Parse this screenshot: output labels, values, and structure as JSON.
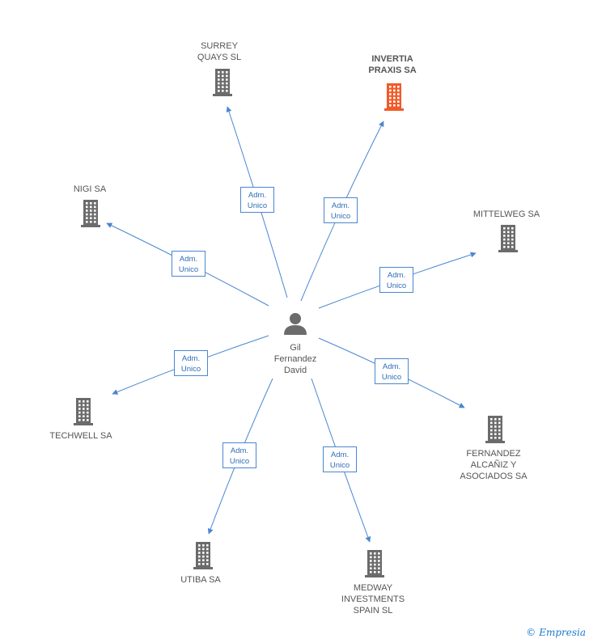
{
  "center": {
    "name_lines": [
      "Gil",
      "Fernandez",
      "David"
    ],
    "icon": "person-icon"
  },
  "colors": {
    "edge": "#4a86d0",
    "building": "#6b6b6b",
    "building_highlight": "#f15a29",
    "role_text": "#2f6db8"
  },
  "role_label": [
    "Adm.",
    "Unico"
  ],
  "companies": [
    {
      "id": "surrey-quays",
      "name_lines": [
        "SURREY",
        "QUAYS SL"
      ],
      "highlight": false
    },
    {
      "id": "invertia-praxis",
      "name_lines": [
        "INVERTIA",
        "PRAXIS SA"
      ],
      "highlight": true
    },
    {
      "id": "nigi",
      "name_lines": [
        "NIGI SA"
      ],
      "highlight": false
    },
    {
      "id": "mittelweg",
      "name_lines": [
        "MITTELWEG SA"
      ],
      "highlight": false
    },
    {
      "id": "techwell",
      "name_lines": [
        "TECHWELL SA"
      ],
      "highlight": false
    },
    {
      "id": "fernandez-alcaniz",
      "name_lines": [
        "FERNANDEZ",
        "ALCAÑIZ Y",
        "ASOCIADOS SA"
      ],
      "highlight": false
    },
    {
      "id": "utiba",
      "name_lines": [
        "UTIBA SA"
      ],
      "highlight": false
    },
    {
      "id": "medway",
      "name_lines": [
        "MEDWAY",
        "INVESTMENTS",
        "SPAIN SL"
      ],
      "highlight": false
    }
  ],
  "brand": {
    "copyright": "©",
    "name": "Empresia"
  }
}
